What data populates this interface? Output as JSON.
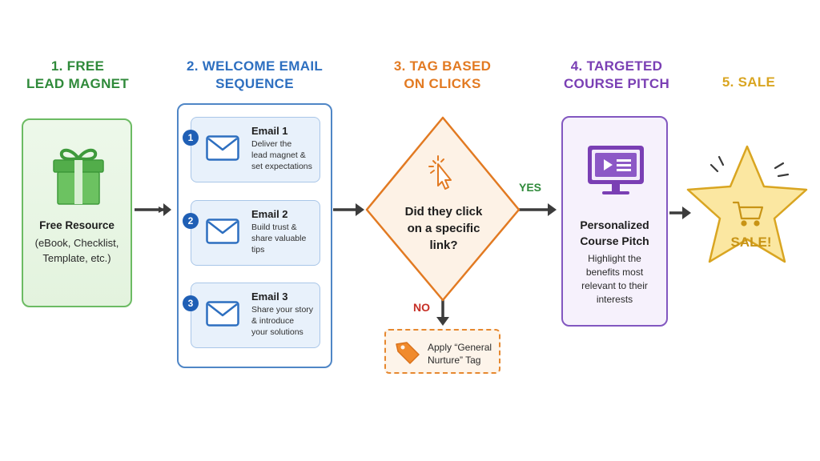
{
  "colors": {
    "green": "#2f8a3a",
    "blue": "#2d6fc0",
    "orange": "#e27a22",
    "purple": "#7a3fb4",
    "gold": "#d9a521",
    "arrow": "#3c3c3c"
  },
  "steps": [
    {
      "title": "1. FREE\nLEAD MAGNET",
      "color": "#2f8a3a"
    },
    {
      "title": "2. WELCOME EMAIL\nSEQUENCE",
      "color": "#2d6fc0"
    },
    {
      "title": "3. TAG BASED\nON CLICKS",
      "color": "#e27a22"
    },
    {
      "title": "4. TARGETED\nCOURSE PITCH",
      "color": "#7a3fb4"
    },
    {
      "title": "5. SALE",
      "color": "#d9a521"
    }
  ],
  "lead_magnet": {
    "icon": "gift-icon",
    "title": "Free Resource",
    "desc": "(eBook, Checklist,\nTemplate, etc.)"
  },
  "emails": [
    {
      "num": "1",
      "title": "Email 1",
      "desc": "Deliver the\nlead magnet &\nset expectations",
      "icon": "envelope-icon"
    },
    {
      "num": "2",
      "title": "Email 2",
      "desc": "Build trust &\nshare valuable\ntips",
      "icon": "envelope-icon"
    },
    {
      "num": "3",
      "title": "Email 3",
      "desc": "Share your story\n& introduce\nyour solutions",
      "icon": "envelope-icon"
    }
  ],
  "decision": {
    "icon": "cursor-click-icon",
    "question": "Did they click\non a specific\nlink?",
    "yes": "YES",
    "no": "NO"
  },
  "tag": {
    "icon": "tag-icon",
    "text": "Apply “General\nNurture” Tag"
  },
  "pitch": {
    "icon": "monitor-video-icon",
    "title": "Personalized\nCourse Pitch",
    "desc": "Highlight the\nbenefits most\nrelevant to their\ninterests"
  },
  "sale": {
    "icon": "cart-icon",
    "text": "SALE!"
  }
}
